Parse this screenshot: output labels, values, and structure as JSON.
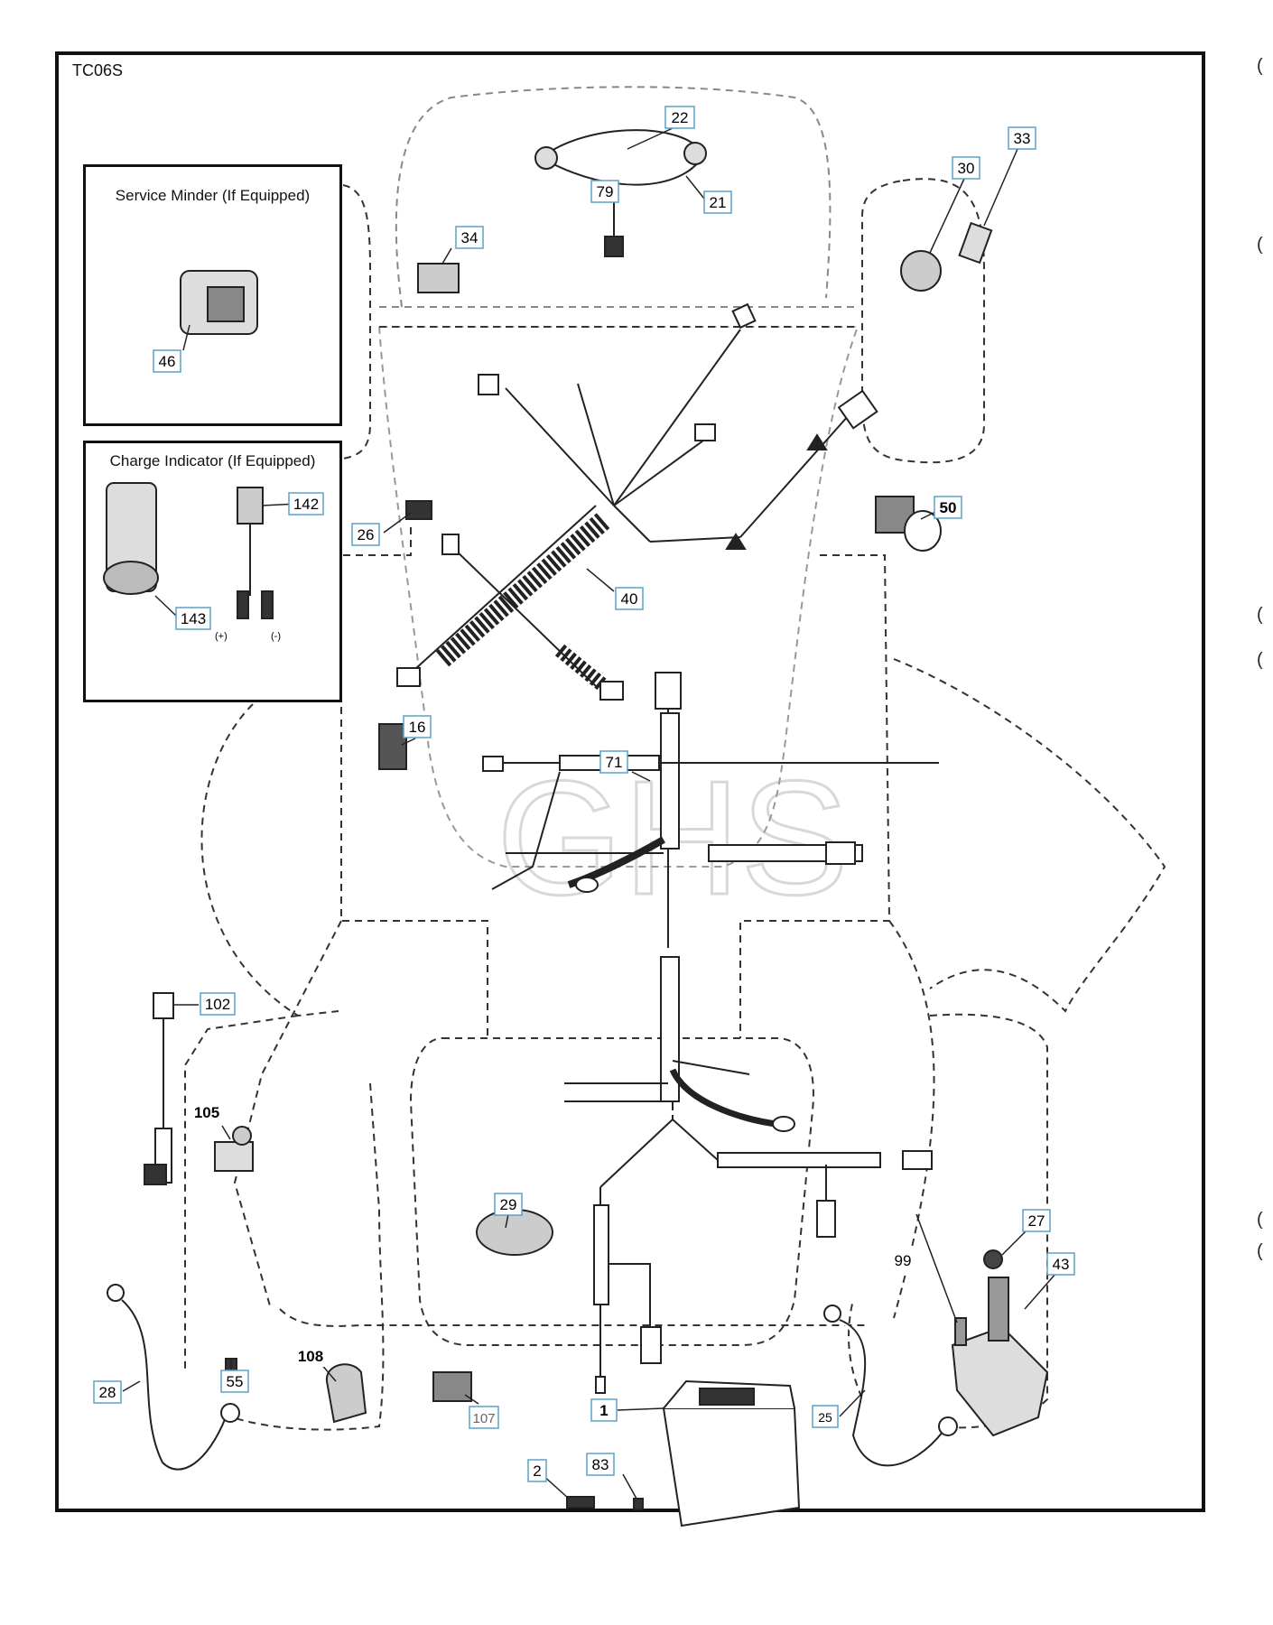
{
  "diagram_code": "TC06S",
  "watermark": "GHS",
  "insets": {
    "service_minder": {
      "title": "Service Minder (If Equipped)"
    },
    "charge_indicator": {
      "title": "Charge Indicator (If Equipped)",
      "polarity_plus": "(+)",
      "polarity_minus": "(-)"
    }
  },
  "part_labels": [
    {
      "id": "p22",
      "text": "22"
    },
    {
      "id": "p79",
      "text": "79"
    },
    {
      "id": "p21",
      "text": "21"
    },
    {
      "id": "p30",
      "text": "30"
    },
    {
      "id": "p33",
      "text": "33"
    },
    {
      "id": "p34",
      "text": "34"
    },
    {
      "id": "p46",
      "text": "46"
    },
    {
      "id": "p142",
      "text": "142"
    },
    {
      "id": "p143",
      "text": "143"
    },
    {
      "id": "p26",
      "text": "26"
    },
    {
      "id": "p40",
      "text": "40"
    },
    {
      "id": "p50",
      "text": "50"
    },
    {
      "id": "p71",
      "text": "71"
    },
    {
      "id": "p16",
      "text": "16"
    },
    {
      "id": "p102",
      "text": "102"
    },
    {
      "id": "p105",
      "text": "105"
    },
    {
      "id": "p29",
      "text": "29"
    },
    {
      "id": "p27",
      "text": "27"
    },
    {
      "id": "p99",
      "text": "99"
    },
    {
      "id": "p43",
      "text": "43"
    },
    {
      "id": "p28",
      "text": "28"
    },
    {
      "id": "p55",
      "text": "55"
    },
    {
      "id": "p108",
      "text": "108"
    },
    {
      "id": "p107",
      "text": "107"
    },
    {
      "id": "p1",
      "text": "1"
    },
    {
      "id": "p25",
      "text": "25"
    },
    {
      "id": "p2",
      "text": "2"
    },
    {
      "id": "p83",
      "text": "83"
    }
  ],
  "side_glyphs": [
    "(",
    "(",
    "(",
    "(",
    "(",
    "(",
    "(",
    "("
  ]
}
